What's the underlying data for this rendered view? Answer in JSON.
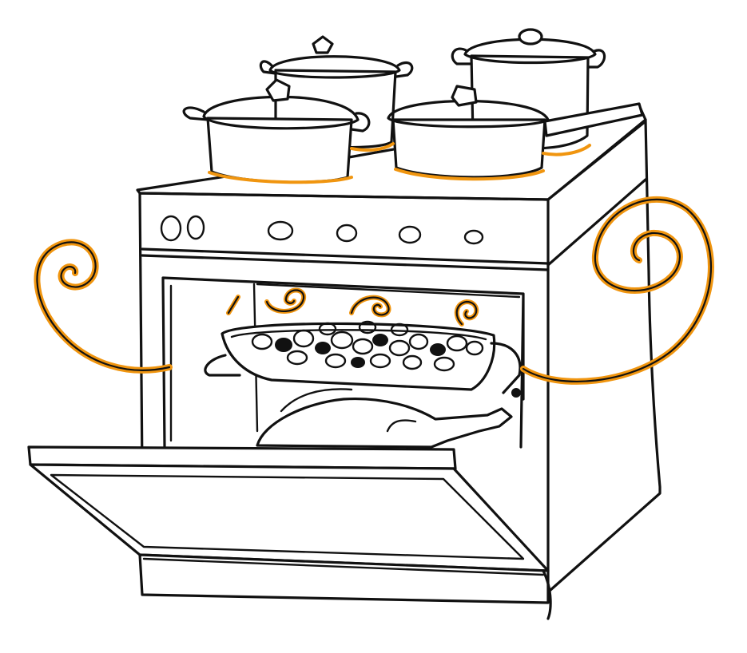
{
  "illustration": {
    "subject": "oven-with-pots-and-roast",
    "style": "line-drawing",
    "colors": {
      "ink": "#111111",
      "heat": "#f0950f",
      "background": "#ffffff",
      "fill": "#ffffff"
    },
    "parts": {
      "pots_on_stove": 4,
      "control_knobs": 6,
      "heat_swirls_outside": 2,
      "heat_swirls_inside": 4
    }
  }
}
